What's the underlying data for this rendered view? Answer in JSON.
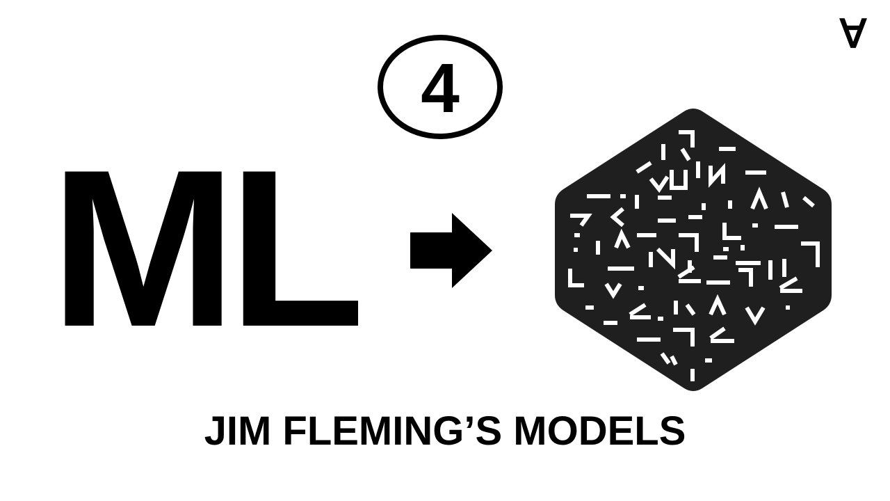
{
  "corner_mark": "∀",
  "episode_number": "4",
  "abbreviation": "ML",
  "caption": "JIM FLEMING’S MODELS",
  "colors": {
    "background": "#ffffff",
    "ink": "#000000",
    "hex_fill": "#1f1f1f",
    "glyph": "#ffffff"
  },
  "icons": {
    "arrow": "arrow-right-icon",
    "logo": "hexagon-glyph-logo"
  }
}
